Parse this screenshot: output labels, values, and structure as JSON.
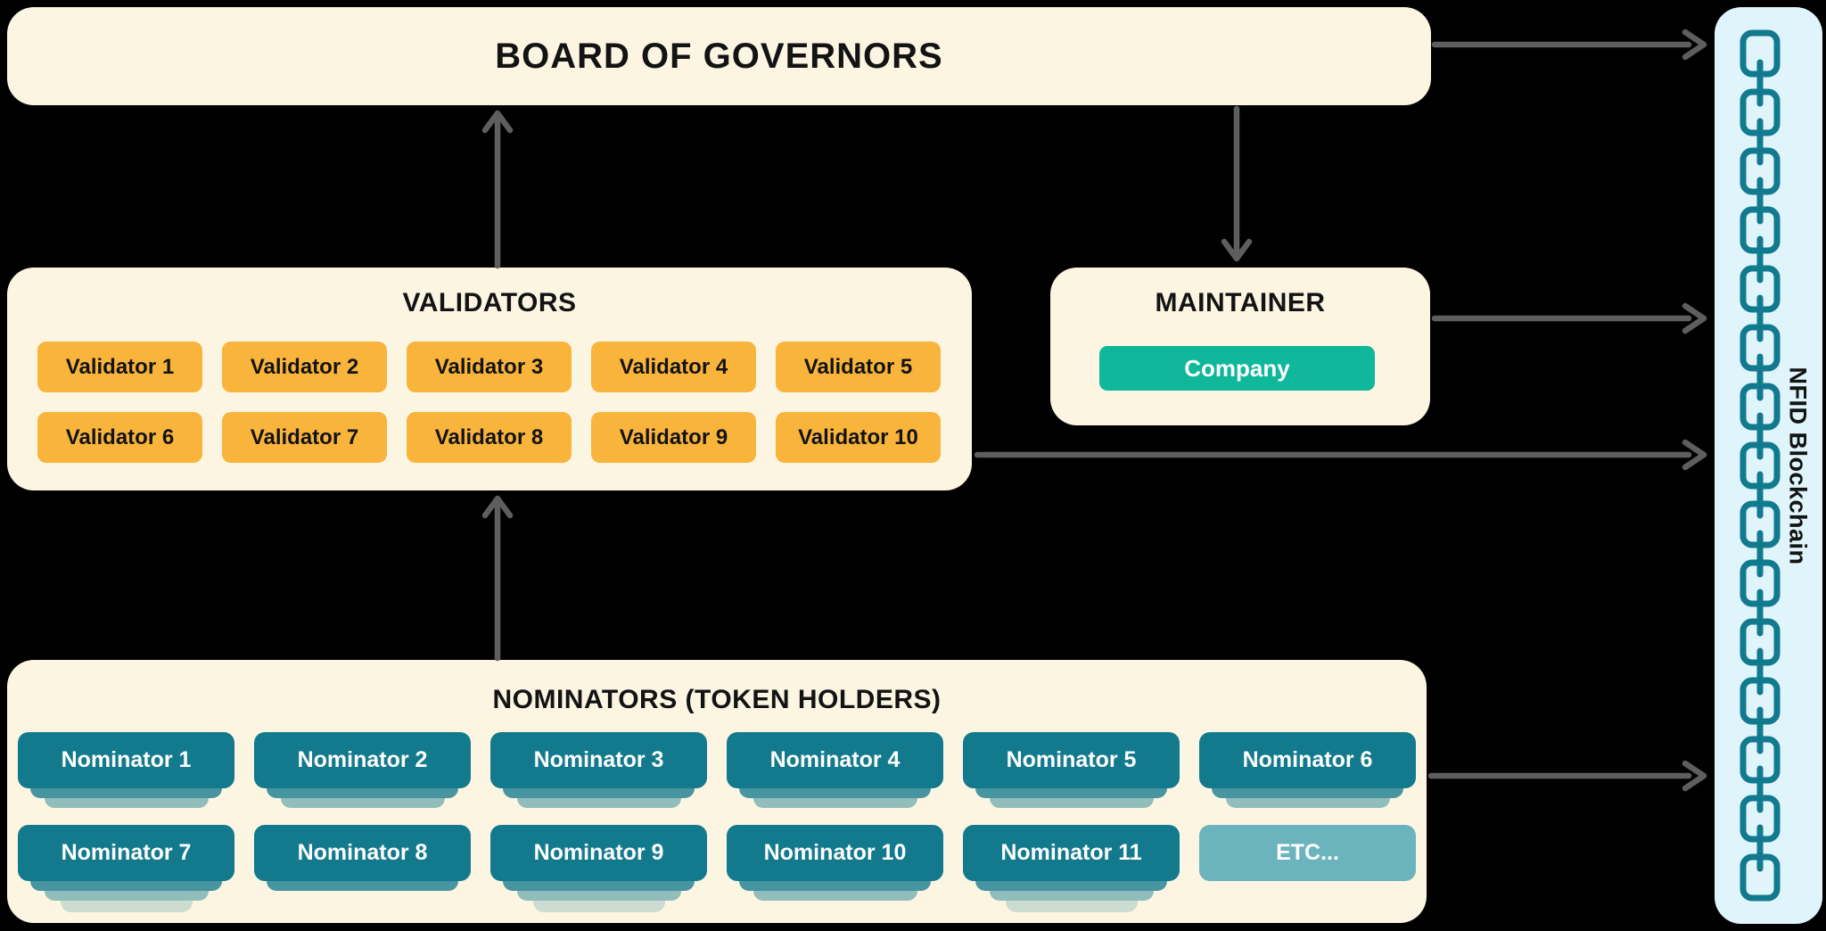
{
  "board": {
    "title": "BOARD OF GOVERNORS"
  },
  "validators": {
    "title": "VALIDATORS",
    "items": [
      "Validator 1",
      "Validator 2",
      "Validator 3",
      "Validator 4",
      "Validator 5",
      "Validator 6",
      "Validator 7",
      "Validator 8",
      "Validator 9",
      "Validator 10"
    ]
  },
  "maintainer": {
    "title": "MAINTAINER",
    "company_label": "Company"
  },
  "nominators": {
    "title": "NOMINATORS (TOKEN HOLDERS)",
    "items": [
      {
        "label": "Nominator 1",
        "stack": 2,
        "muted": false
      },
      {
        "label": "Nominator 2",
        "stack": 2,
        "muted": false
      },
      {
        "label": "Nominator 3",
        "stack": 2,
        "muted": false
      },
      {
        "label": "Nominator 4",
        "stack": 2,
        "muted": false
      },
      {
        "label": "Nominator 5",
        "stack": 2,
        "muted": false
      },
      {
        "label": "Nominator 6",
        "stack": 2,
        "muted": false
      },
      {
        "label": "Nominator 7",
        "stack": 3,
        "muted": false
      },
      {
        "label": "Nominator 8",
        "stack": 1,
        "muted": false
      },
      {
        "label": "Nominator 9",
        "stack": 3,
        "muted": false
      },
      {
        "label": "Nominator 10",
        "stack": 2,
        "muted": false
      },
      {
        "label": "Nominator 11",
        "stack": 3,
        "muted": false
      },
      {
        "label": "ETC...",
        "stack": 0,
        "muted": true
      }
    ]
  },
  "blockchain": {
    "label": "NFID Blockchain",
    "links": 15
  },
  "palette": {
    "panel_cream": "#FCF5E2",
    "validator_orange": "#F9B43C",
    "nominator_teal": "#137A8E",
    "nominator_muted_teal": "#6CB4BD",
    "company_green": "#0FB79B",
    "blockchain_bg_blue": "#DFF5FB",
    "chain_teal": "#117A8F",
    "arrow_gray": "#5E5E5E",
    "text_dark": "#131313",
    "background": "#000000"
  }
}
